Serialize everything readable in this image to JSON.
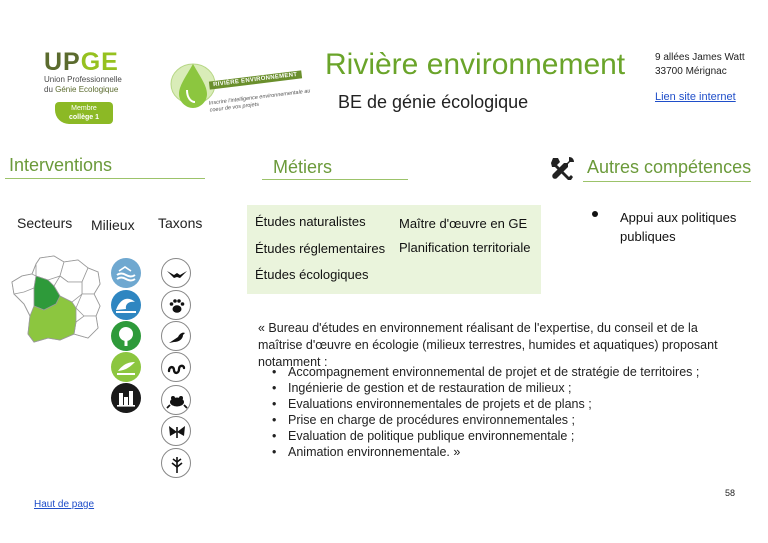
{
  "header": {
    "upge_logo": {
      "word": "UPGE",
      "line1": "Union Professionnelle",
      "line2_prefix": "du ",
      "line2_highlight": "Génie Ecologique",
      "badge_line1": "Membre",
      "badge_line2": "collège 1"
    },
    "company_logo": {
      "banner": "RIVIÈRE ENVIRONNEMENT",
      "slogan": "Inscrire l'intelligence environnementale au coeur de vos projets"
    },
    "title": "Rivière environnement",
    "subtitle": "BE de génie écologique",
    "address_line1": "9 allées James Watt",
    "address_line2": "33700 Mérignac",
    "website_link": "Lien site internet"
  },
  "sections": {
    "interventions": "Interventions",
    "metiers": "Métiers",
    "autres": "Autres compétences"
  },
  "interventions": {
    "columns": [
      "Secteurs",
      "Milieux",
      "Taxons"
    ],
    "milieux_icons": [
      "coastal-wetland-icon",
      "ocean-wave-icon",
      "forest-tree-icon",
      "agricultural-land-icon",
      "urban-industrial-icon"
    ],
    "taxons_icons": [
      "bird-icon",
      "paw-print-icon",
      "small-bird-icon",
      "snake-icon",
      "frog-icon",
      "butterfly-icon",
      "plant-icon"
    ],
    "colors": {
      "milieux_circle": "#2e86c1",
      "map_highlight": "#8cc63f",
      "map_base": "#ffffff"
    }
  },
  "metiers": {
    "col1": [
      "Études naturalistes",
      "Études réglementaires",
      "Études écologiques"
    ],
    "col2": [
      "Maître d'œuvre en GE",
      "Planification territoriale"
    ]
  },
  "autres_competences": [
    "Appui aux politiques publiques"
  ],
  "description": {
    "intro": "« Bureau d'études en environnement réalisant de l'expertise, du conseil et de la maîtrise d'œuvre en écologie (milieux terrestres, humides et aquatiques) proposant notamment :",
    "items": [
      "Accompagnement environnemental de projet et de stratégie de territoires ;",
      "Ingénierie de gestion et de restauration de milieux ;",
      "Evaluations environnementales de projets et de plans ;",
      "Prise en charge de procédures environnementales ;",
      "Evaluation de politique publique environnementale ;",
      "Animation environnementale. »"
    ]
  },
  "footer": {
    "page_number": "58",
    "back_to_top": "Haut de page"
  }
}
